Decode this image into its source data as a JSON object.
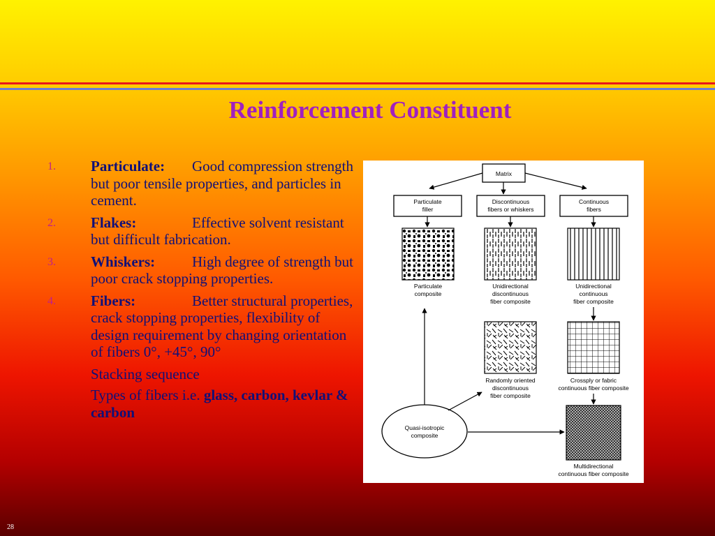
{
  "slide": {
    "title": "Reinforcement Constituent",
    "page_number": "28"
  },
  "list": [
    {
      "num": "1.",
      "term": "Particulate:",
      "desc": "Good compression strength but poor tensile properties, and particles in cement."
    },
    {
      "num": "2.",
      "term": "Flakes:",
      "desc": "Effective solvent resistant but difficult fabrication."
    },
    {
      "num": "3.",
      "term": "Whiskers:",
      "desc": "High degree of strength but poor crack stopping properties."
    },
    {
      "num": "4.",
      "term": "Fibers:",
      "desc": "Better structural properties, crack stopping properties, flexibility of design requirement by changing orientation of fibers 0°, +45°, 90°"
    }
  ],
  "extra": {
    "stacking": "Stacking sequence",
    "types_prefix": "Types of fibers i.e. ",
    "types_bold": "glass, carbon, kevlar & carbon"
  },
  "diagram": {
    "matrix": "Matrix",
    "particulate_filler": [
      "Particulate",
      "filler"
    ],
    "discontinuous_fibers": [
      "Discontinuous",
      "fibers or whiskers"
    ],
    "continuous_fibers": [
      "Continuous",
      "fibers"
    ],
    "particulate_composite": [
      "Particulate",
      "composite"
    ],
    "unidirectional_discontinuous": [
      "Unidirectional",
      "discontinuous",
      "fiber composite"
    ],
    "unidirectional_continuous": [
      "Unidirectional",
      "continuous",
      "fiber composite"
    ],
    "randomly_oriented": [
      "Randomly oriented",
      "discontinuous",
      "fiber composite"
    ],
    "crossply": [
      "Crossply or fabric",
      "continuous fiber composite"
    ],
    "quasi_isotropic": [
      "Quasi-isotropic",
      "composite"
    ],
    "multidirectional": [
      "Multidirectional",
      "continuous fiber composite"
    ]
  }
}
